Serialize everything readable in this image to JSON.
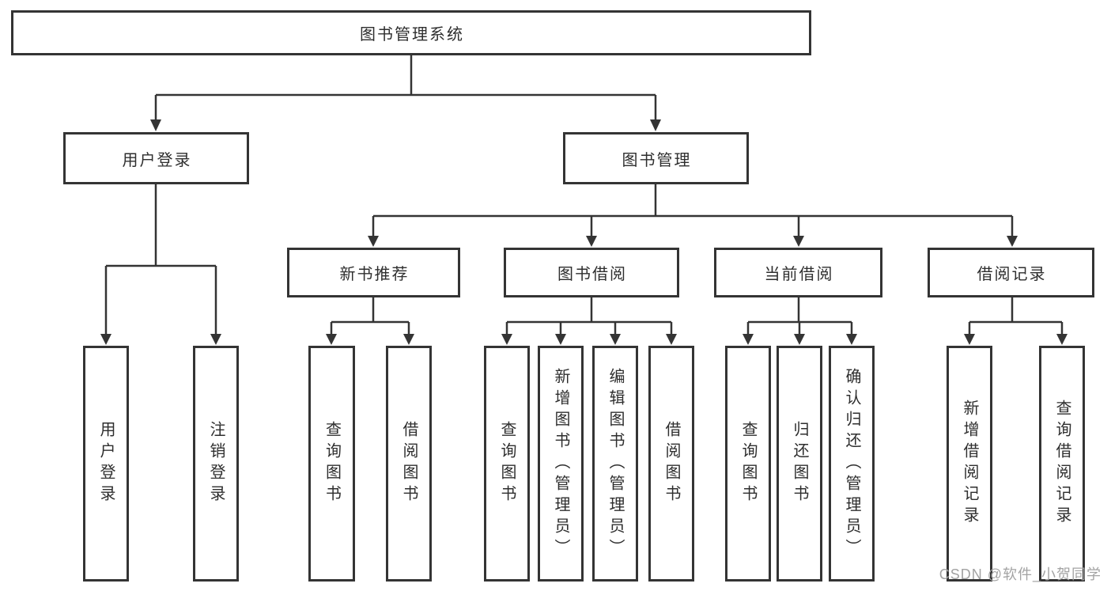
{
  "diagram_type": "function-structure-tree",
  "colors": {
    "background": "#ffffff",
    "line": "#343434",
    "box_border": "#343434",
    "text": "#2e2e2e",
    "watermark": "#a3a3a3"
  },
  "tree": {
    "label": "图书管理系统",
    "children": [
      {
        "label": "用户登录",
        "children": [
          {
            "label": "用户登录"
          },
          {
            "label": "注销登录"
          }
        ]
      },
      {
        "label": "图书管理",
        "children": [
          {
            "label": "新书推荐",
            "children": [
              {
                "label": "查询图书"
              },
              {
                "label": "借阅图书"
              }
            ]
          },
          {
            "label": "图书借阅",
            "children": [
              {
                "label": "查询图书"
              },
              {
                "label": "新增图书（管理员）"
              },
              {
                "label": "编辑图书（管理员）"
              },
              {
                "label": "借阅图书"
              }
            ]
          },
          {
            "label": "当前借阅",
            "children": [
              {
                "label": "查询图书"
              },
              {
                "label": "归还图书"
              },
              {
                "label": "确认归还（管理员）"
              }
            ]
          },
          {
            "label": "借阅记录",
            "children": [
              {
                "label": "新增借阅记录"
              },
              {
                "label": "查询借阅记录"
              }
            ]
          }
        ]
      }
    ]
  },
  "watermark": {
    "text": "CSDN @软件_小贺同学"
  }
}
